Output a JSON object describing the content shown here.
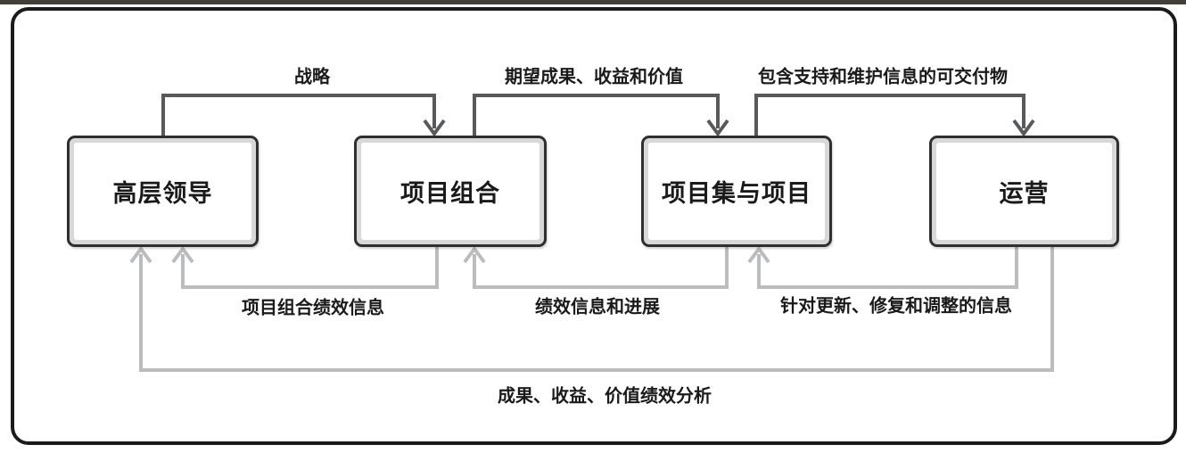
{
  "diagram": {
    "title_hint": "组织级项目管理信息流示意图",
    "nodes": [
      {
        "id": "senior-leadership",
        "label": "高层领导"
      },
      {
        "id": "portfolio",
        "label": "项目组合"
      },
      {
        "id": "programs-projects",
        "label": "项目集与项目"
      },
      {
        "id": "operations",
        "label": "运营"
      }
    ],
    "forward_flows": [
      {
        "from": "高层领导",
        "to": "项目组合",
        "label": "战略"
      },
      {
        "from": "项目组合",
        "to": "项目集与项目",
        "label": "期望成果、收益和价值"
      },
      {
        "from": "项目集与项目",
        "to": "运营",
        "label": "包含支持和维护信息的可交付物"
      }
    ],
    "feedback_flows": [
      {
        "from": "项目组合",
        "to": "高层领导",
        "label": "项目组合绩效信息"
      },
      {
        "from": "项目集与项目",
        "to": "项目组合",
        "label": "绩效信息和进展"
      },
      {
        "from": "运营",
        "to": "项目集与项目",
        "label": "针对更新、修复和调整的信息"
      },
      {
        "from": "运营",
        "to": "高层领导",
        "label": "成果、收益、价值绩效分析"
      }
    ],
    "colors": {
      "forward_line": "#58595b",
      "feedback_line": "#babcbe",
      "box_border": "#2f2f2f",
      "box_bevel": "#d8d8d8",
      "frame": "#1b1b1b",
      "text": "#1a1a1a"
    }
  }
}
